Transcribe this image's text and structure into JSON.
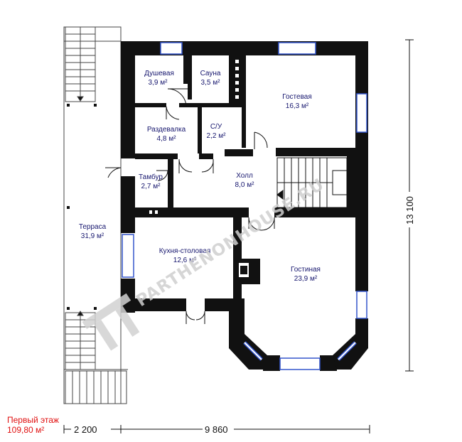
{
  "rooms": {
    "dushevaya": {
      "name": "Душевая",
      "area": "3,9 м²"
    },
    "sauna": {
      "name": "Сауна",
      "area": "3,5 м²"
    },
    "gostevaya": {
      "name": "Гостевая",
      "area": "16,3 м²"
    },
    "razdevalka": {
      "name": "Раздевалка",
      "area": "4,8 м²"
    },
    "su": {
      "name": "С/У",
      "area": "2,2 м²"
    },
    "tambur": {
      "name": "Тамбур",
      "area": "2,7 м²"
    },
    "holl": {
      "name": "Холл",
      "area": "8,0 м²"
    },
    "terrasa": {
      "name": "Терраса",
      "area": "31,9 м²"
    },
    "kuhnya": {
      "name": "Кухня-столовая",
      "area": "12,6 м²"
    },
    "gostinaya": {
      "name": "Гостиная",
      "area": "23,9 м²"
    }
  },
  "dimensions": {
    "width_left": "2 200",
    "width_main": "9 860",
    "height": "13 100"
  },
  "caption": {
    "floor": "Первый этаж",
    "area": "109,80 м²"
  },
  "watermark": "PARTHENONHOUSE.RU",
  "colors": {
    "wall": "#111111",
    "window": "#3355cc",
    "room_text": "#16166e",
    "caption": "#e01010"
  }
}
